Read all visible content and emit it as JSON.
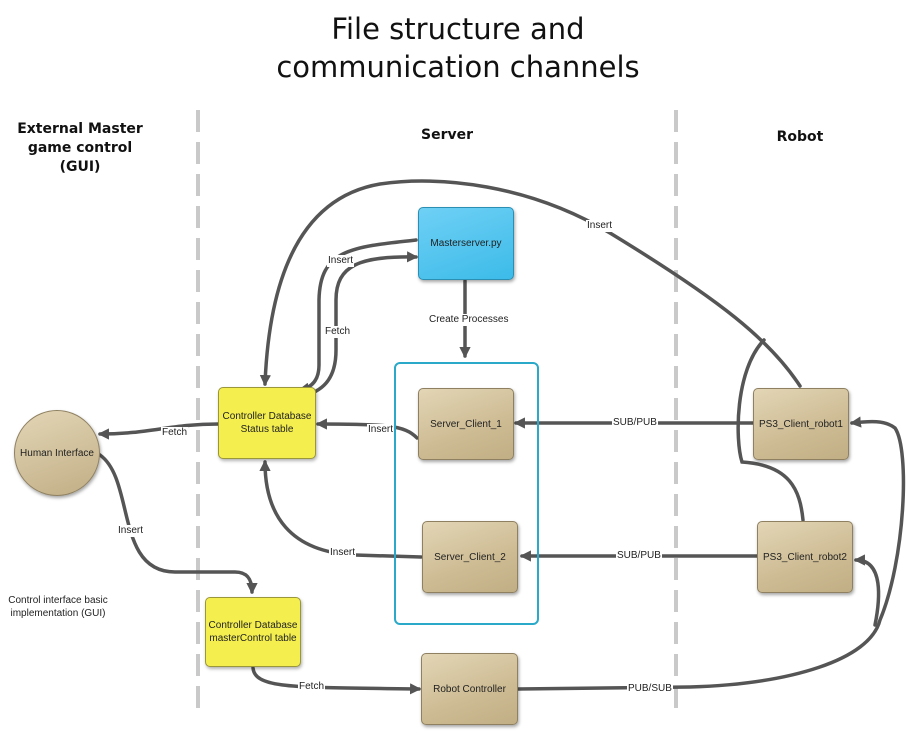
{
  "title": {
    "line1": "File structure and",
    "line2": "communication channels"
  },
  "columns": {
    "gui": {
      "line1": "External Master",
      "line2": "game control",
      "line3": "(GUI)"
    },
    "server": "Server",
    "robot": "Robot"
  },
  "nodes": {
    "human_interface": "Human Interface",
    "status_table": {
      "line1": "Controller Database",
      "line2": "Status table"
    },
    "mastercontrol_table": {
      "line1": "Controller Database",
      "line2": "masterControl table"
    },
    "masterserver": "Masterserver.py",
    "server_client_1": "Server_Client_1",
    "server_client_2": "Server_Client_2",
    "robot_controller": "Robot Controller",
    "ps3_client_robot1": "PS3_Client_robot1",
    "ps3_client_robot2": "PS3_Client_robot2"
  },
  "edge_labels": {
    "fetch_status_to_human": "Fetch",
    "insert_human_to_mastercontrol": "Insert",
    "insert_master_to_status": "Insert",
    "fetch_status_to_master": "Fetch",
    "create_processes": "Create Processes",
    "insert_client1_to_status": "Insert",
    "insert_client2_to_status": "Insert",
    "insert_robot1_to_status": "Insert",
    "sub_pub_robot1": "SUB/PUB",
    "sub_pub_robot2": "SUB/PUB",
    "fetch_mastercontrol_to_robotcontroller": "Fetch",
    "pub_sub_robotcontroller": "PUB/SUB"
  },
  "notes": {
    "gui_note": {
      "line1": "Control interface basic",
      "line2": "implementation (GUI)"
    }
  },
  "colors": {
    "database": "#f4ef4f",
    "masterserver": "#3cbbe9",
    "process": "#cdbb93",
    "group_border": "#2aa9c9",
    "connector": "#555555"
  }
}
